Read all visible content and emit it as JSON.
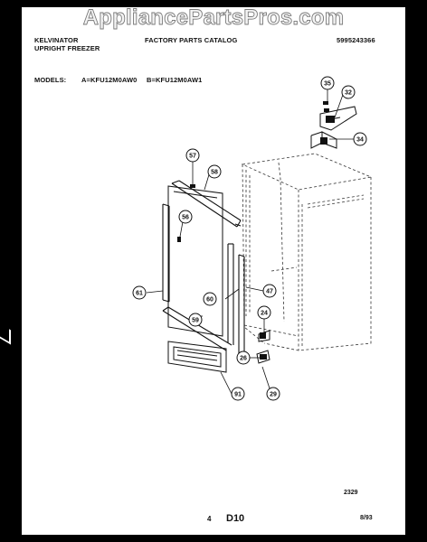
{
  "watermark": "AppliancePartsPros.com",
  "header": {
    "brand": "KELVINATOR",
    "product": "UPRIGHT FREEZER",
    "catalog_title": "FACTORY PARTS CATALOG",
    "catalog_number": "5995243366"
  },
  "models": {
    "label": "MODELS:",
    "model_a": "A=KFU12M0AW0",
    "model_b": "B=KFU12M0AW1"
  },
  "callouts": {
    "c35": "35",
    "c32": "32",
    "c34": "34",
    "c57": "57",
    "c58": "58",
    "c56": "56",
    "c61": "61",
    "c60": "60",
    "c47": "47",
    "c24": "24",
    "c59": "59",
    "c26": "26",
    "c91": "91",
    "c29": "29"
  },
  "footer": {
    "drawing_number": "2329",
    "page_number": "4",
    "section_code": "D10",
    "date": "8/93"
  }
}
